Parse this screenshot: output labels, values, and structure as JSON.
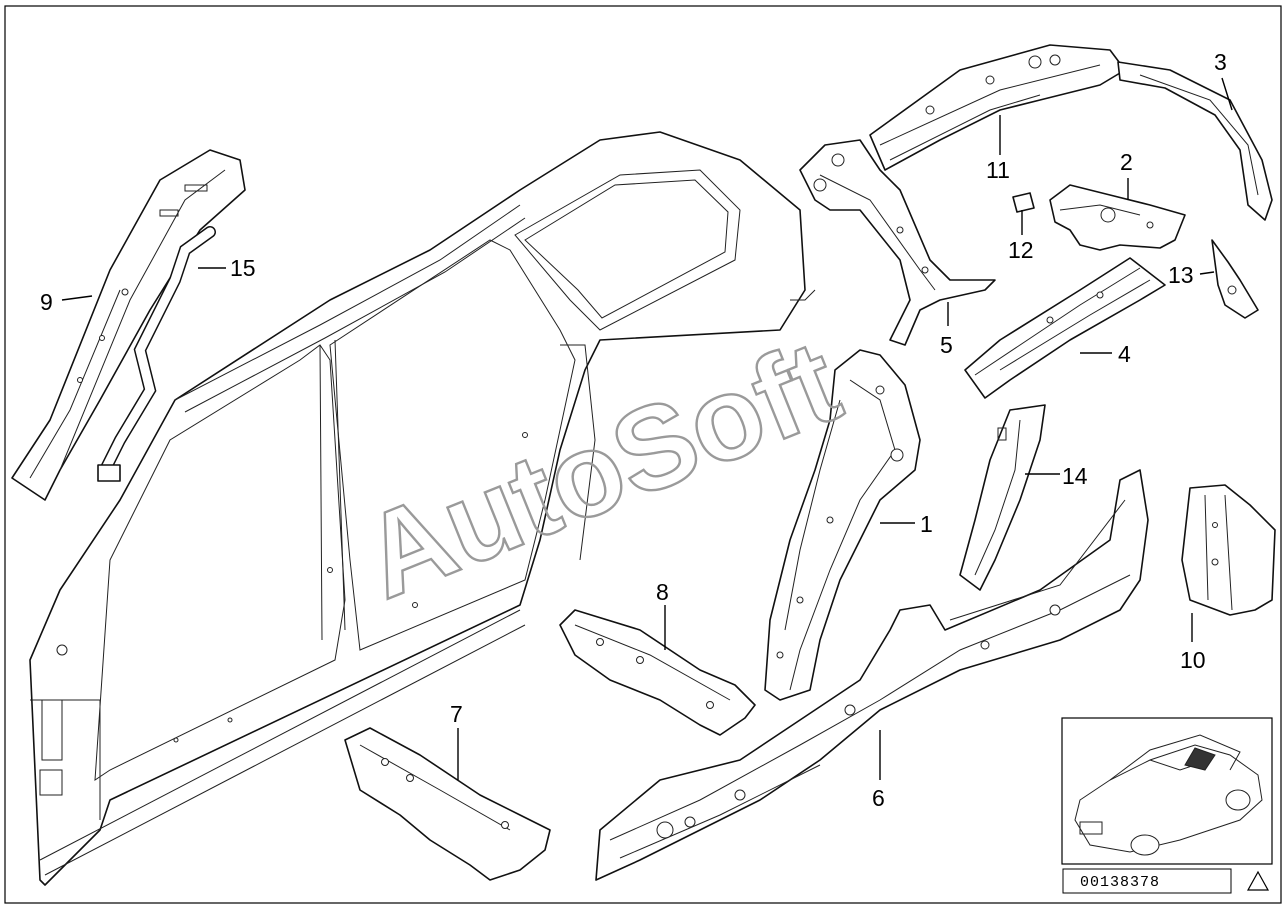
{
  "diagram": {
    "watermark": "AutoSoft",
    "document_id": "00138378",
    "callouts": [
      {
        "id": "1",
        "label": "1"
      },
      {
        "id": "2",
        "label": "2"
      },
      {
        "id": "3",
        "label": "3"
      },
      {
        "id": "4",
        "label": "4"
      },
      {
        "id": "5",
        "label": "5"
      },
      {
        "id": "6",
        "label": "6"
      },
      {
        "id": "7",
        "label": "7"
      },
      {
        "id": "8",
        "label": "8"
      },
      {
        "id": "9",
        "label": "9"
      },
      {
        "id": "10",
        "label": "10"
      },
      {
        "id": "11",
        "label": "11"
      },
      {
        "id": "12",
        "label": "12"
      },
      {
        "id": "13",
        "label": "13"
      },
      {
        "id": "14",
        "label": "14"
      },
      {
        "id": "15",
        "label": "15"
      }
    ],
    "icons": {
      "thumbnail": "car-silhouette-icon",
      "warning": "triangle-warning-icon"
    }
  }
}
